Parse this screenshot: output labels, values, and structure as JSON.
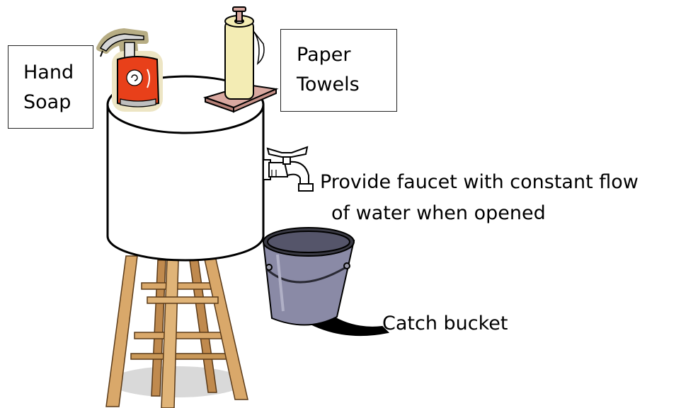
{
  "labels": {
    "hand_soap": [
      "Hand",
      "Soap"
    ],
    "paper_towels": [
      "Paper",
      "Towels"
    ],
    "faucet_note": [
      "Provide faucet with constant flow",
      "of water when opened"
    ],
    "bucket_note": "Catch bucket"
  },
  "icons": [
    "soap-dispenser-icon",
    "paper-towel-roll-icon",
    "faucet-icon",
    "bucket-icon",
    "stool-icon"
  ],
  "colors": {
    "soap_bottle": "#e8401a",
    "paper_roll": "#f3ecb4",
    "towel_tray": "#d9a8a0",
    "bucket": "#8a8aa6",
    "stool_wood": "#d9a86a",
    "outline": "#000000"
  }
}
